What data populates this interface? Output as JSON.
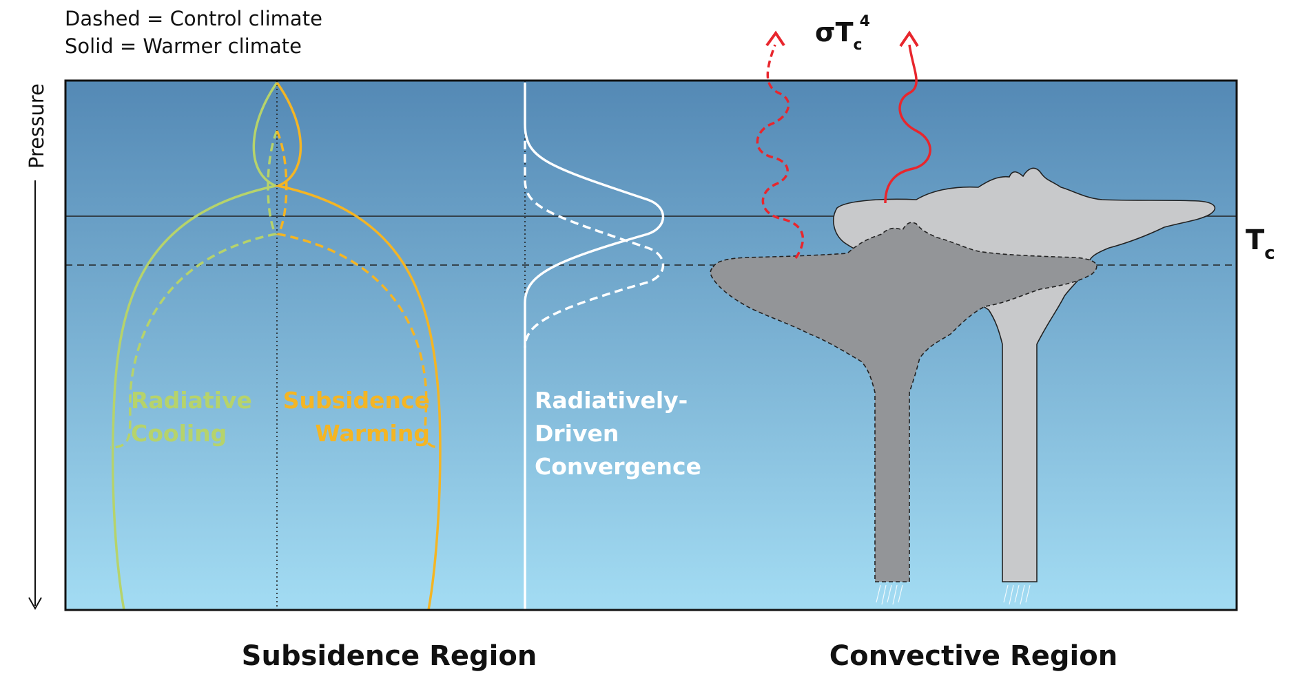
{
  "legend": {
    "dashed": "Dashed = Control climate",
    "solid": "Solid = Warmer climate"
  },
  "axis": {
    "pressure": "Pressure"
  },
  "labels": {
    "radiative_cooling": [
      "Radiative",
      "Cooling"
    ],
    "subsidence_warming": [
      "Subsidence",
      "Warming"
    ],
    "convergence": [
      "Radiatively-",
      "Driven",
      "Convergence"
    ],
    "tc_main": "T",
    "tc_sub": "c",
    "sigma": "σT",
    "sigma_sub": "c",
    "sigma_sup": "4"
  },
  "regions": {
    "subsidence": "Subsidence Region",
    "convective": "Convective Region"
  },
  "colors": {
    "sky_top": "#5489b5",
    "sky_bottom": "#a3dcf3",
    "radiative_cooling": "#b6d36b",
    "subsidence_warming": "#f4b524",
    "convergence": "#ffffff",
    "radiation_arrow": "#e8262d",
    "cloud_control": "#939598",
    "cloud_warm": "#c8c9cb"
  }
}
